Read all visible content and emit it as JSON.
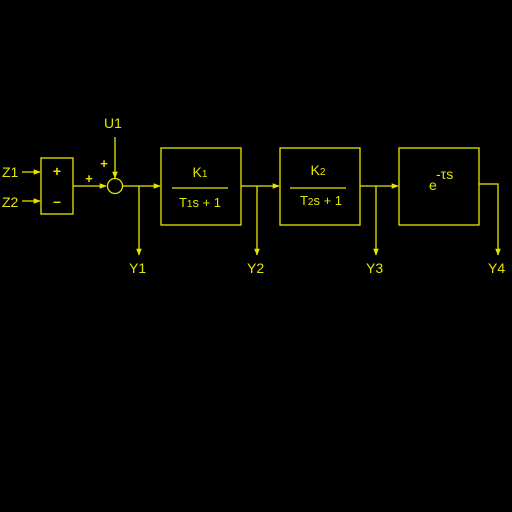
{
  "colors": {
    "background": "#000000",
    "stroke": "#e6e600",
    "text": "#e6e600"
  },
  "inputs": {
    "z1": "Z1",
    "z2": "Z2",
    "u1": "U1"
  },
  "mixer": {
    "plus": "+",
    "minus": "–"
  },
  "summing_junction": {
    "sign_left": "+",
    "sign_top": "+"
  },
  "blocks": [
    {
      "numerator": "K",
      "numerator_sub": "1",
      "den_T": "T",
      "den_sub": "1",
      "den_rest": "s + 1"
    },
    {
      "numerator": "K",
      "numerator_sub": "2",
      "den_T": "T",
      "den_sub": "2",
      "den_rest": "s + 1"
    },
    {
      "base": "e",
      "exponent": "-τs"
    }
  ],
  "outputs": {
    "y1": "Y1",
    "y2": "Y2",
    "y3": "Y3",
    "y4": "Y4"
  }
}
